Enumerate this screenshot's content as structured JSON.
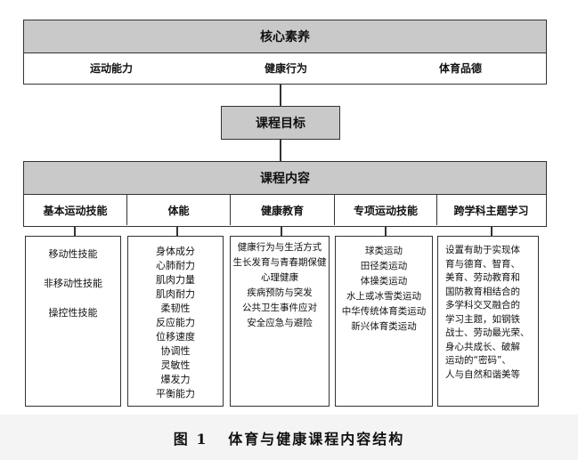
{
  "core": {
    "title": "核心素养",
    "items": [
      "运动能力",
      "健康行为",
      "体育品德"
    ]
  },
  "goal": {
    "title": "课程目标"
  },
  "content": {
    "title": "课程内容",
    "categories": [
      "基本运动技能",
      "体能",
      "健康教育",
      "专项运动技能",
      "跨学科主题学习"
    ]
  },
  "details": {
    "basic": [
      "移动性技能",
      "非移动性技能",
      "操控性技能"
    ],
    "fitness": [
      "身体成分",
      "心肺耐力",
      "肌肉力量",
      "肌肉耐力",
      "柔韧性",
      "反应能力",
      "位移速度",
      "协调性",
      "灵敏性",
      "爆发力",
      "平衡能力"
    ],
    "health": [
      "健康行为与生活方式",
      "生长发育与青春期保健",
      "心理健康",
      "疾病预防与突发",
      "公共卫生事件应对",
      "安全应急与避险"
    ],
    "special": [
      "球类运动",
      "田径类运动",
      "体操类运动",
      "水上或冰雪类运动",
      "中华传统体育类运动",
      "新兴体育类运动"
    ],
    "cross": [
      "设置有助于实现体",
      "育与德育、智育、",
      "美育、劳动教育和",
      "国防教育相结合的",
      "多学科交叉融合的",
      "学习主题，如钢铁",
      "战士、劳动最光荣、",
      "身心共成长、破解",
      "运动的“密码”、",
      "人与自然和谐美等"
    ]
  },
  "caption": "图 1   体育与健康课程内容结构"
}
